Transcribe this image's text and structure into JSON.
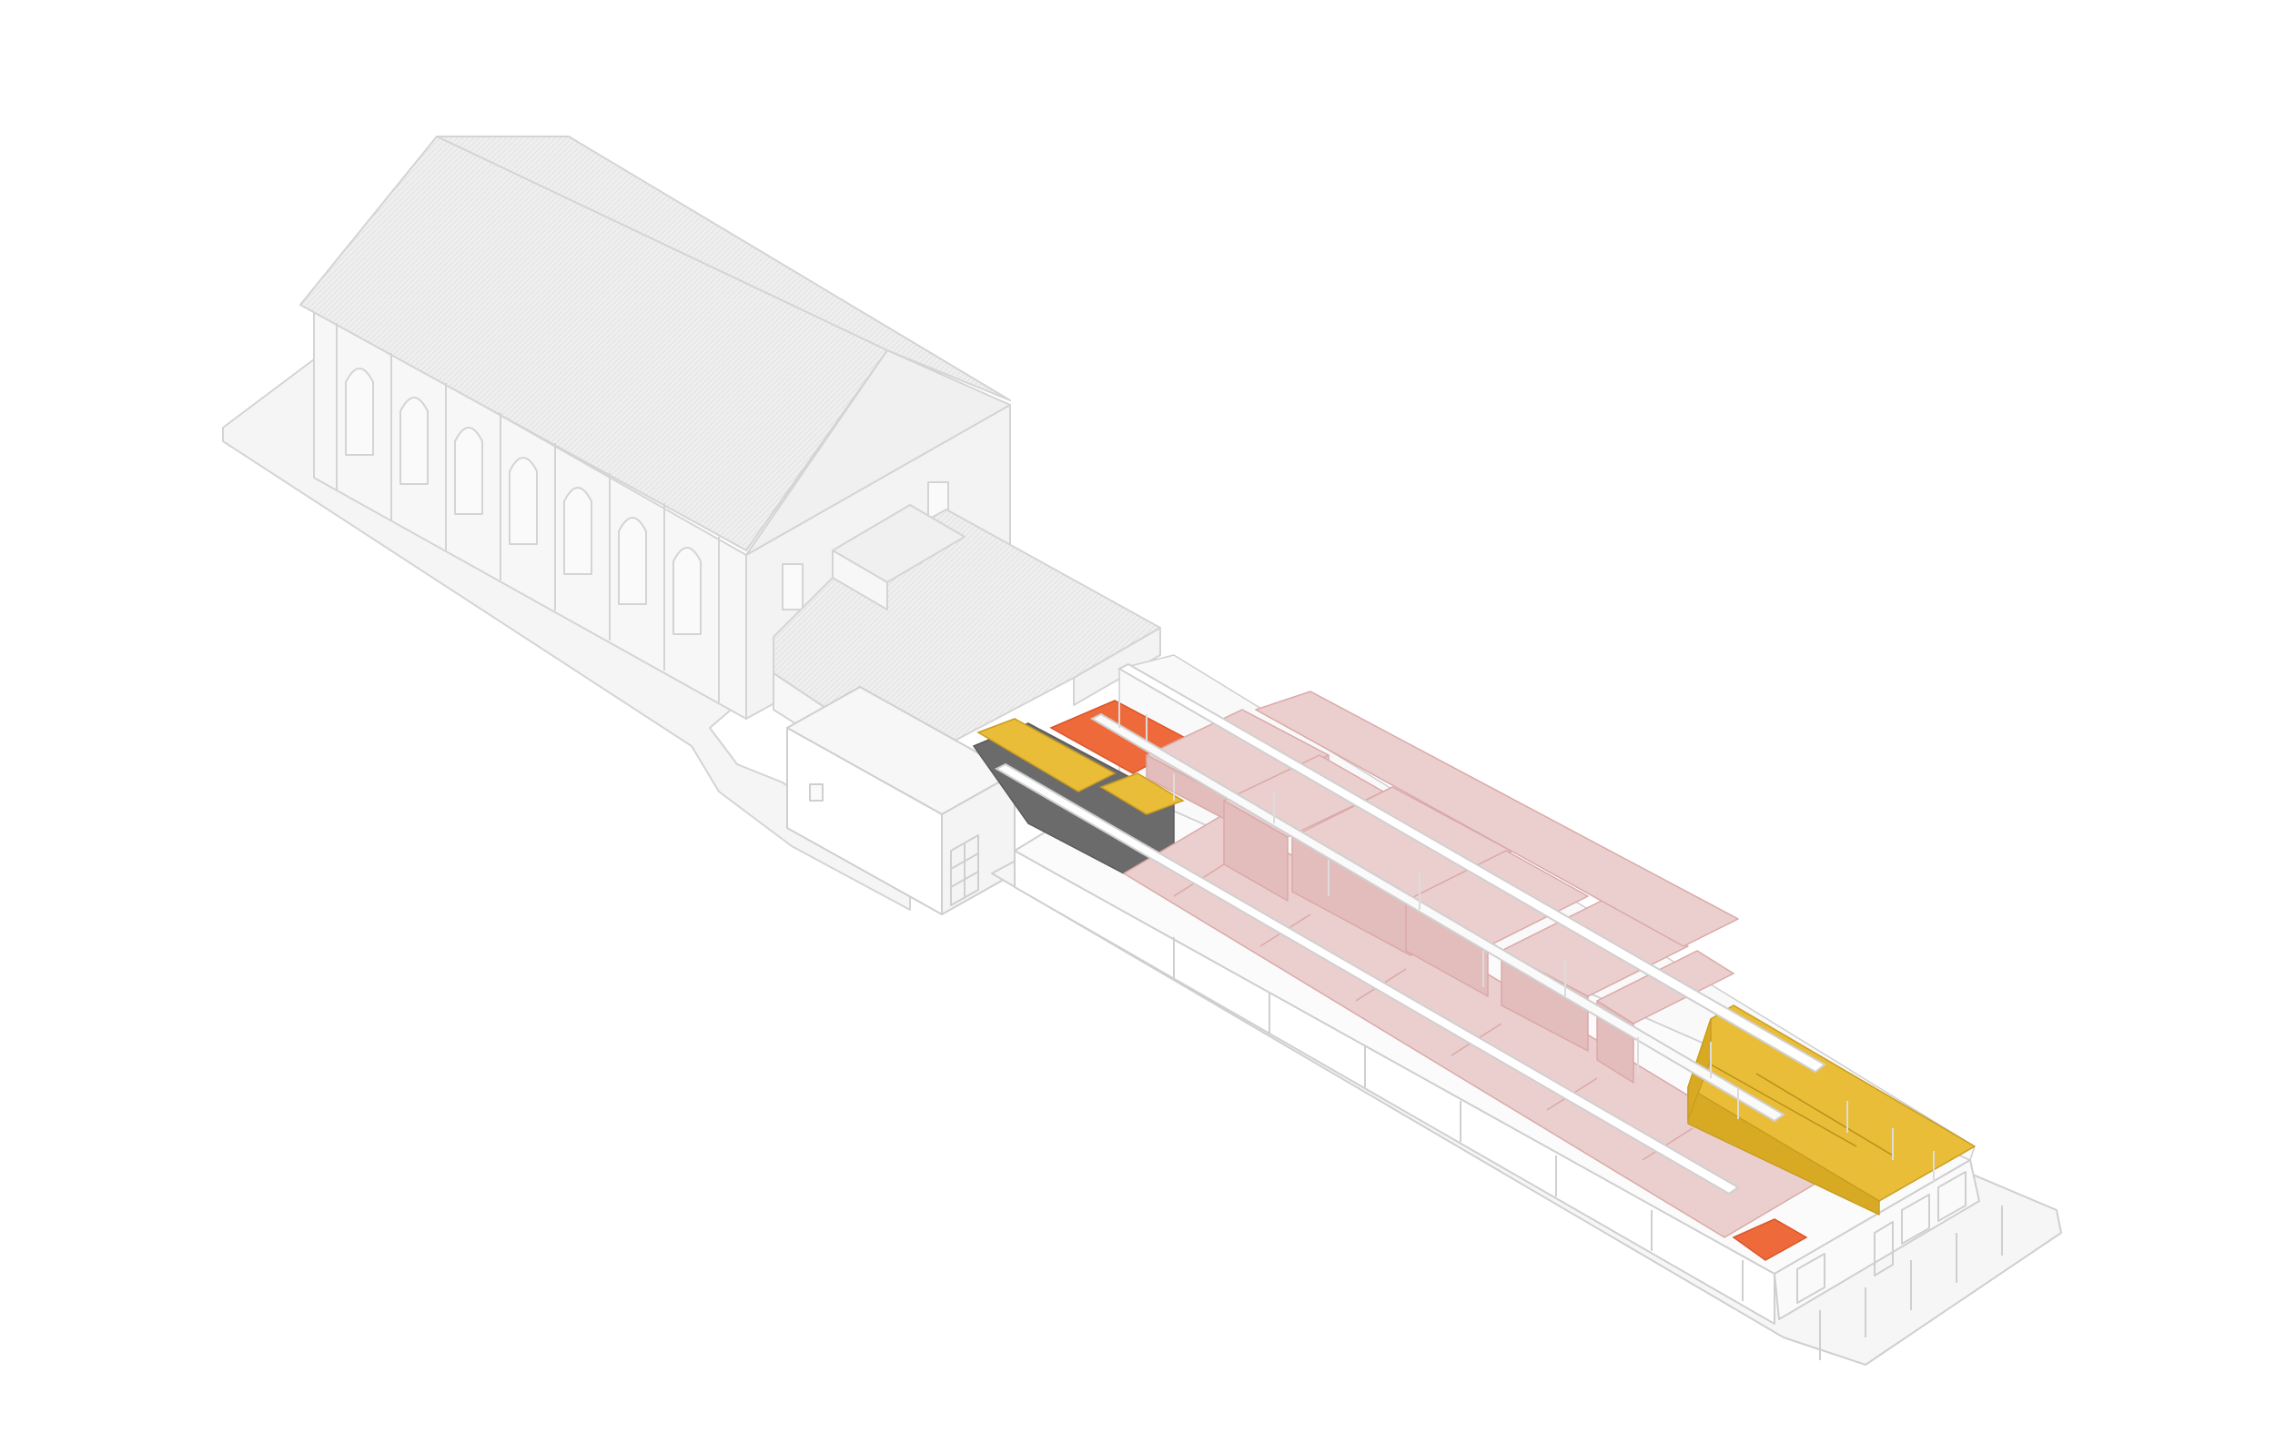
{
  "diagram": {
    "type": "axonometric-building-section",
    "colors": {
      "background": "#ffffff",
      "ghost_fill": "#f2f2f2",
      "ghost_stroke": "#d4d4d4",
      "wall_fill": "#ffffff",
      "wall_stroke": "#cfcfcf",
      "room_pink": "#ebcfce",
      "room_pink_side": "#e2bdbc",
      "room_pink_stroke": "#d9a9a8",
      "accent_yellow": "#e9bd38",
      "accent_yellow_dark": "#d8aa24",
      "accent_orange": "#ef6a3a",
      "accent_grey": "#6b6b6b"
    },
    "elements": [
      "historic-hall-ghost",
      "annex-ghost",
      "entrance-block",
      "long-shed",
      "pink-room-modules",
      "yellow-zone-front",
      "yellow-zone-rear",
      "orange-zone-front",
      "orange-zone-rear",
      "grey-zone"
    ]
  }
}
